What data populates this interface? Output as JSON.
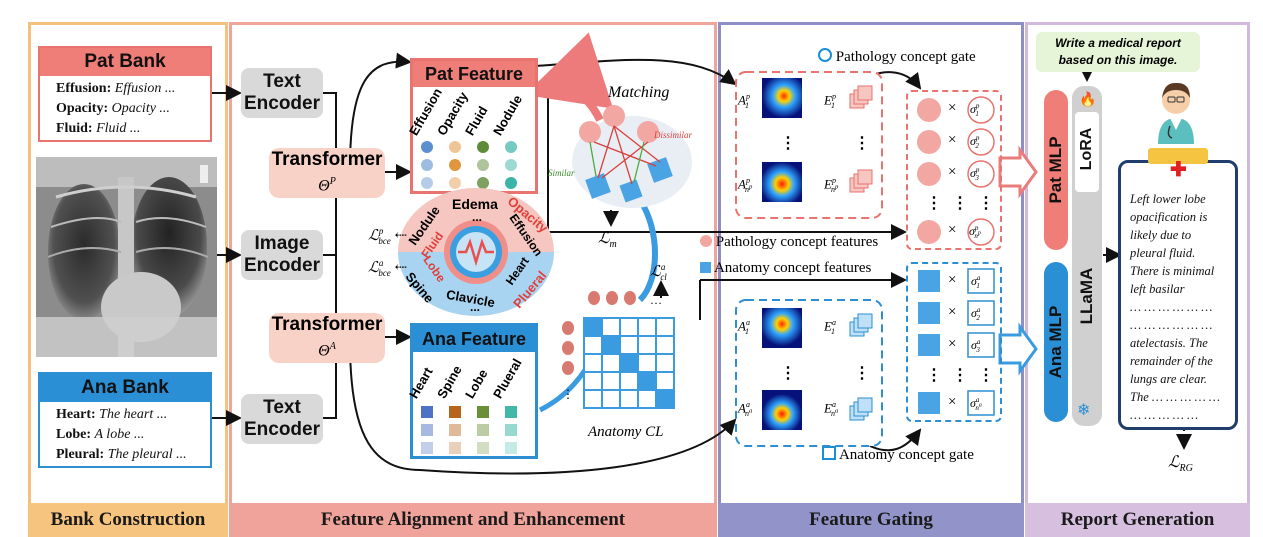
{
  "footer": {
    "bank": "Bank Construction",
    "feature": "Feature Alignment and Enhancement",
    "gating": "Feature Gating",
    "report": "Report Generation"
  },
  "pat_bank": {
    "title": "Pat Bank",
    "rows": [
      {
        "key": "Effusion:",
        "val": "Effusion ..."
      },
      {
        "key": "Opacity:",
        "val": "Opacity ..."
      },
      {
        "key": "Fluid:",
        "val": "Fluid ..."
      }
    ]
  },
  "ana_bank": {
    "title": "Ana Bank",
    "rows": [
      {
        "key": "Heart:",
        "val": "The heart ..."
      },
      {
        "key": "Lobe:",
        "val": "A lobe ..."
      },
      {
        "key": "Pleural:",
        "val": "The pleural ..."
      }
    ]
  },
  "encoders": {
    "text1": [
      "Text",
      "Encoder"
    ],
    "image": [
      "Image",
      "Encoder"
    ],
    "text2": [
      "Text",
      "Encoder"
    ],
    "transformer_p": [
      "Transformer",
      "Θ^P"
    ],
    "transformer_a": [
      "Transformer",
      "Θ^A"
    ]
  },
  "pat_feature": {
    "title": "Pat Feature",
    "cols": [
      "Effusion",
      "Opacity",
      "Fluid",
      "Nodule"
    ],
    "colors": [
      "#5b8fcf",
      "#e0953f",
      "#5e8a3a",
      "#3bb3a8"
    ]
  },
  "ana_feature": {
    "title": "Ana Feature",
    "cols": [
      "Heart",
      "Spine",
      "Lobe",
      "Plueral"
    ],
    "colors": [
      "#4f72c4",
      "#b7651a",
      "#6b8f36",
      "#42b8a8"
    ]
  },
  "wheel": {
    "top_words": [
      "Nodule",
      "Edema",
      "Opacity",
      "Fluid",
      "...",
      "Effusion"
    ],
    "bottom_words": [
      "Lobe",
      "Heart",
      "Spine",
      "Clavicle",
      "Plueral",
      "..."
    ],
    "loss_p": "L^p_bce",
    "loss_a": "L^a_bce"
  },
  "matching": {
    "title": "Matching",
    "dissimilar": "Dissimilar",
    "similar": "Similar",
    "loss": "L_m"
  },
  "anatomy_cl": {
    "title": "Anatomy CL",
    "loss": "L^a_cl",
    "dots": "..."
  },
  "legend": {
    "pat_gate": "Pathology concept gate",
    "pat_feat": "Pathology concept features",
    "ana_feat": "Anatomy concept features",
    "ana_gate": "Anatomy concept gate"
  },
  "gating": {
    "pat_sigmas": [
      "σ^p_1",
      "σ^p_2",
      "σ^p_3",
      "σ^p_{n^p}"
    ],
    "ana_sigmas": [
      "σ^a_1",
      "σ^a_2",
      "σ^a_3",
      "σ^a_{n^a}"
    ],
    "times": "×"
  },
  "report_gen": {
    "prompt": [
      "Write a medical report",
      "based on this image."
    ],
    "pat_mlp": "Pat MLP",
    "ana_mlp": "Ana MLP",
    "lora": "LoRA",
    "llama": "LLaMA",
    "report_lines": [
      "Left lower lobe",
      "opacification is",
      "likely due to",
      "pleural fluid.",
      "There is minimal",
      "left  basilar",
      "… … … … … …",
      "… … … … … …",
      "atelectasis. The",
      "remainder of the",
      "lungs are clear.",
      "The … … … … …",
      "… … … … …"
    ],
    "loss": "L_RG"
  }
}
